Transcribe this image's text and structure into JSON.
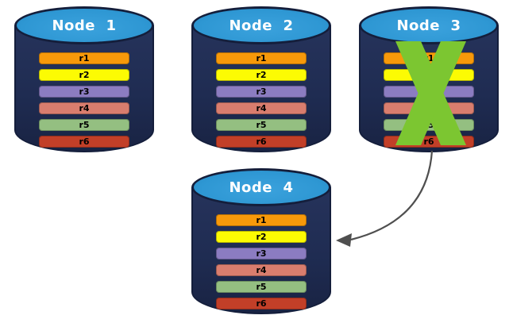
{
  "diagram": {
    "description": "Database replication failover diagram",
    "nodes": [
      {
        "id": "node-1",
        "label": "Node  1",
        "failed": false,
        "rows": [
          {
            "label": "r1",
            "color": "#F7990A"
          },
          {
            "label": "r2",
            "color": "#FCFB03"
          },
          {
            "label": "r3",
            "color": "#8B7CC1"
          },
          {
            "label": "r4",
            "color": "#D97D6E"
          },
          {
            "label": "r5",
            "color": "#94BF81"
          },
          {
            "label": "r6",
            "color": "#C23F28"
          }
        ]
      },
      {
        "id": "node-2",
        "label": "Node  2",
        "failed": false,
        "rows": [
          {
            "label": "r1",
            "color": "#F7990A"
          },
          {
            "label": "r2",
            "color": "#FCFB03"
          },
          {
            "label": "r3",
            "color": "#8B7CC1"
          },
          {
            "label": "r4",
            "color": "#D97D6E"
          },
          {
            "label": "r5",
            "color": "#94BF81"
          },
          {
            "label": "r6",
            "color": "#C23F28"
          }
        ]
      },
      {
        "id": "node-3",
        "label": "Node  3",
        "failed": true,
        "rows": [
          {
            "label": "r1",
            "color": "#F7990A"
          },
          {
            "label": "r2",
            "color": "#FCFB03"
          },
          {
            "label": "r3",
            "color": "#8B7CC1"
          },
          {
            "label": "r4",
            "color": "#D97D6E"
          },
          {
            "label": "r5",
            "color": "#94BF81"
          },
          {
            "label": "r6",
            "color": "#C23F28"
          }
        ]
      },
      {
        "id": "node-4",
        "label": "Node  4",
        "failed": false,
        "rows": [
          {
            "label": "r1",
            "color": "#F7990A"
          },
          {
            "label": "r2",
            "color": "#FCFB03"
          },
          {
            "label": "r3",
            "color": "#8B7CC1"
          },
          {
            "label": "r4",
            "color": "#D97D6E"
          },
          {
            "label": "r5",
            "color": "#94BF81"
          },
          {
            "label": "r6",
            "color": "#C23F28"
          }
        ]
      }
    ],
    "failure_mark": {
      "icon": "x-cross",
      "color": "#7CC631"
    },
    "arrow": {
      "from": "node-3",
      "to": "node-4",
      "color": "#4F4F4F"
    },
    "colors": {
      "cylinder_body": "#1F2C52",
      "cylinder_top": "#2E97D3",
      "cylinder_outline": "#141E3B",
      "background": "#FFFFFF",
      "row_text": "#000000",
      "node_label_text": "#FFFFFF"
    }
  }
}
